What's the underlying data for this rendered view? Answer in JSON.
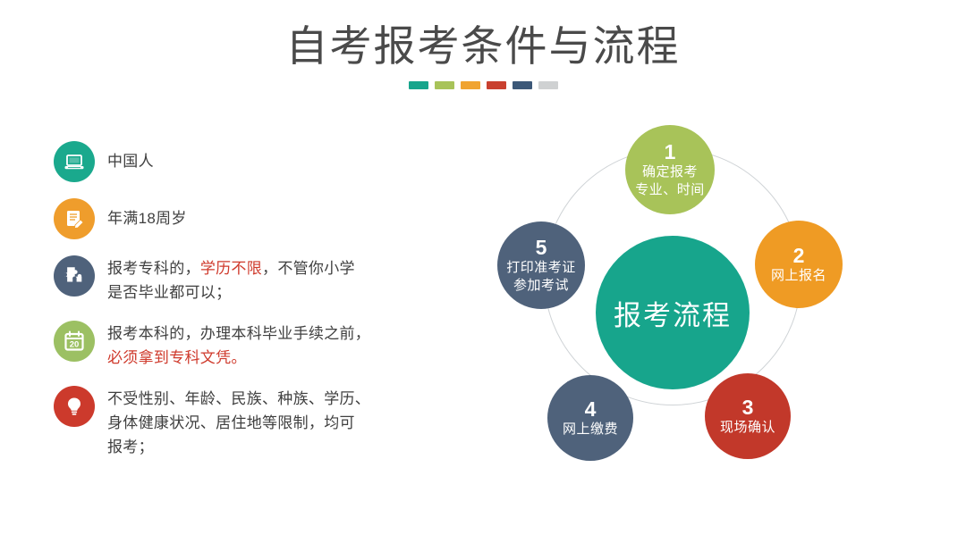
{
  "title": {
    "text": "自考报考条件与流程",
    "dashes": [
      "#17a58c",
      "#a8c359",
      "#f0a431",
      "#c9402f",
      "#3c5878",
      "#cfd1d2"
    ]
  },
  "conditions": [
    {
      "icon": "laptop-icon",
      "icon_color": "#1aa98d",
      "lines": [
        [
          {
            "t": "中国人",
            "hl": false
          }
        ]
      ]
    },
    {
      "icon": "document-pen-icon",
      "icon_color": "#ef9d2c",
      "lines": [
        [
          {
            "t": "年满18周岁",
            "hl": false
          }
        ]
      ]
    },
    {
      "icon": "puzzle-icon",
      "icon_color": "#4f627b",
      "lines": [
        [
          {
            "t": "报考专科的，",
            "hl": false
          },
          {
            "t": "学历不限",
            "hl": true
          },
          {
            "t": "，不管你小学",
            "hl": false
          }
        ],
        [
          {
            "t": "是否毕业都可以；",
            "hl": false
          }
        ]
      ]
    },
    {
      "icon": "calendar-icon",
      "icon_color": "#9cc063",
      "icon_badge": "20",
      "lines": [
        [
          {
            "t": "报考本科的，办理本科毕业手续之前，",
            "hl": false
          }
        ],
        [
          {
            "t": "必须拿到专科文凭。",
            "hl": true
          }
        ]
      ]
    },
    {
      "icon": "lightbulb-icon",
      "icon_color": "#cc3a2c",
      "lines": [
        [
          {
            "t": "不受性别、年龄、民族、种族、学历、",
            "hl": false
          }
        ],
        [
          {
            "t": "身体健康状况、居住地等限制，均可",
            "hl": false
          }
        ],
        [
          {
            "t": "报考；",
            "hl": false
          }
        ]
      ]
    }
  ],
  "diagram": {
    "center_label": "报考流程",
    "center_color": "#17a58c",
    "ring_color": "#cfd3d6",
    "nodes": [
      {
        "num": "1",
        "caption_lines": [
          "确定报考",
          "专业、时间"
        ],
        "color": "#a8c359"
      },
      {
        "num": "2",
        "caption_lines": [
          "网上报名"
        ],
        "color": "#ef9b24"
      },
      {
        "num": "3",
        "caption_lines": [
          "现场确认"
        ],
        "color": "#c2382a"
      },
      {
        "num": "4",
        "caption_lines": [
          "网上缴费"
        ],
        "color": "#4f627b"
      },
      {
        "num": "5",
        "caption_lines": [
          "打印准考证",
          "参加考试"
        ],
        "color": "#4f627b"
      }
    ]
  }
}
